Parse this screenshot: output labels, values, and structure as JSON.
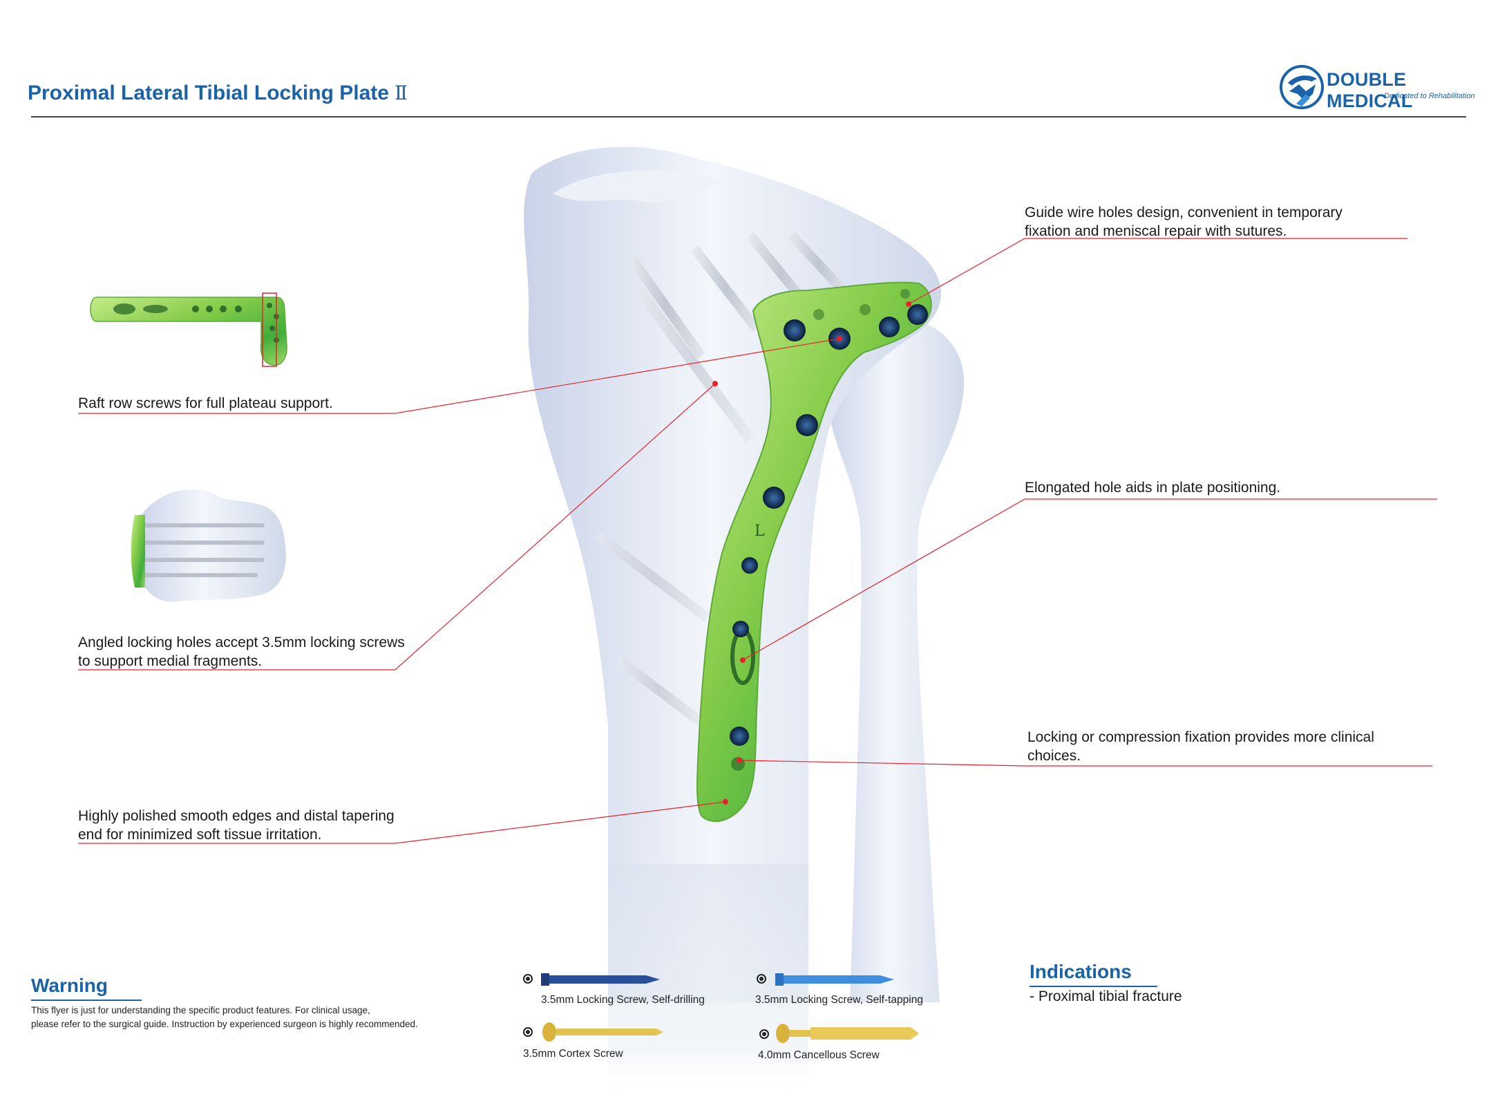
{
  "header": {
    "title": "Proximal Lateral Tibial Locking Plate",
    "title_numeral": "Ⅱ",
    "brand_name": "DOUBLE MEDICAL",
    "brand_tagline": "Dedicated to Rehabilitation"
  },
  "callouts": {
    "raft_row": "Raft row screws for full plateau support.",
    "angled_holes_1": "Angled locking holes accept 3.5mm locking screws",
    "angled_holes_2": "to support medial fragments.",
    "polished_edges_1": "Highly polished smooth edges and distal tapering",
    "polished_edges_2": "end for minimized soft tissue irritation.",
    "guide_wire_1": "Guide wire holes design, convenient in temporary",
    "guide_wire_2": "fixation and meniscal repair with sutures.",
    "elongated_hole": "Elongated hole aids in plate positioning.",
    "locking_compression_1": "Locking or compression fixation provides more clinical",
    "locking_compression_2": "choices."
  },
  "warning": {
    "title": "Warning",
    "line1": "This flyer is just for understanding the specific product features. For clinical usage,",
    "line2": "please refer to the surgical guide. Instruction by experienced surgeon is highly recommended."
  },
  "screws": [
    {
      "label": "3.5mm Locking Screw, Self-drilling",
      "icon": "blue-locking-screw-icon"
    },
    {
      "label": "3.5mm Locking Screw, Self-tapping",
      "icon": "blue-locking-screw-icon"
    },
    {
      "label": "3.5mm Cortex Screw",
      "icon": "gold-cortex-screw-icon"
    },
    {
      "label": "4.0mm Cancellous Screw",
      "icon": "gold-cancellous-screw-icon"
    }
  ],
  "indications": {
    "title": "Indications",
    "item": "- Proximal tibial fracture"
  },
  "plate_markings": {
    "side_letter": "L"
  },
  "colors": {
    "brand_blue": "#1b63a8",
    "callout_line": "#e8222b",
    "plate_green": "#8fd14f",
    "bone": "#dfe6f2"
  }
}
